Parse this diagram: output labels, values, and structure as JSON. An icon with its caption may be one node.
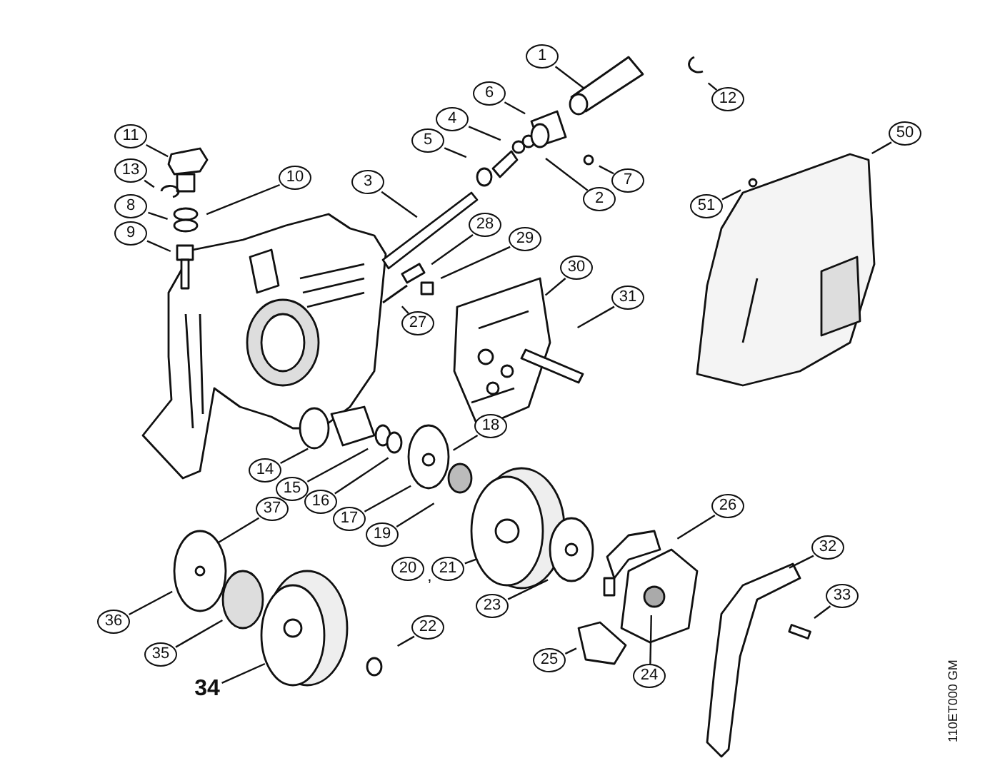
{
  "diagram": {
    "nodes": [
      {
        "text": [
          "1"
        ]
      },
      {
        "text": [
          "12"
        ]
      },
      {
        "text": [
          "6"
        ]
      },
      {
        "text": [
          "4"
        ]
      },
      {
        "text": [
          "5"
        ]
      },
      {
        "text": [
          "7"
        ]
      },
      {
        "text": [
          "2"
        ]
      },
      {
        "text": [
          "11"
        ]
      },
      {
        "text": [
          "13"
        ]
      },
      {
        "text": [
          "10"
        ]
      },
      {
        "text": [
          "3"
        ]
      },
      {
        "text": [
          "8"
        ]
      },
      {
        "text": [
          "9"
        ]
      },
      {
        "text": [
          "28"
        ]
      },
      {
        "text": [
          "29"
        ]
      },
      {
        "text": [
          "30"
        ]
      },
      {
        "text": [
          "27"
        ]
      },
      {
        "text": [
          "31"
        ]
      },
      {
        "text": [
          "50"
        ]
      },
      {
        "text": [
          "51"
        ]
      },
      {
        "text": [
          "18"
        ]
      },
      {
        "text": [
          "14"
        ]
      },
      {
        "text": [
          "15"
        ]
      },
      {
        "text": [
          "16"
        ]
      },
      {
        "text": [
          "17"
        ]
      },
      {
        "text": [
          "37"
        ]
      },
      {
        "text": [
          "19"
        ]
      },
      {
        "text": [
          "20"
        ]
      },
      {
        "text": [
          "21"
        ]
      },
      {
        "text": [
          "36"
        ]
      },
      {
        "text": [
          "23"
        ]
      },
      {
        "text": [
          "26"
        ]
      },
      {
        "text": [
          "32"
        ]
      },
      {
        "text": [
          "35"
        ]
      },
      {
        "text": [
          "33"
        ]
      },
      {
        "text": [
          "22"
        ]
      },
      {
        "text": [
          "25"
        ]
      },
      {
        "text": [
          "24"
        ]
      },
      {
        "text": [
          "34"
        ]
      }
    ],
    "edges": [
      {
        "from": 0,
        "to": null,
        "arrow": "none"
      },
      {
        "from": 1,
        "to": null,
        "arrow": "none"
      },
      {
        "from": 2,
        "to": null,
        "arrow": "none"
      },
      {
        "from": 3,
        "to": null,
        "arrow": "none"
      },
      {
        "from": 4,
        "to": null,
        "arrow": "none"
      },
      {
        "from": 5,
        "to": null,
        "arrow": "none"
      },
      {
        "from": 6,
        "to": null,
        "arrow": "none"
      },
      {
        "from": 7,
        "to": null,
        "arrow": "none"
      },
      {
        "from": 8,
        "to": null,
        "arrow": "none"
      },
      {
        "from": 9,
        "to": null,
        "arrow": "none"
      },
      {
        "from": 10,
        "to": null,
        "arrow": "none"
      },
      {
        "from": 11,
        "to": null,
        "arrow": "none"
      },
      {
        "from": 12,
        "to": null,
        "arrow": "none"
      },
      {
        "from": 13,
        "to": null,
        "arrow": "none"
      },
      {
        "from": 14,
        "to": null,
        "arrow": "none"
      },
      {
        "from": 15,
        "to": null,
        "arrow": "none"
      },
      {
        "from": 16,
        "to": null,
        "arrow": "none"
      },
      {
        "from": 17,
        "to": null,
        "arrow": "none"
      },
      {
        "from": 18,
        "to": null,
        "arrow": "none"
      },
      {
        "from": 19,
        "to": null,
        "arrow": "none"
      },
      {
        "from": 20,
        "to": null,
        "arrow": "none"
      },
      {
        "from": 21,
        "to": null,
        "arrow": "none"
      },
      {
        "from": 22,
        "to": null,
        "arrow": "none"
      },
      {
        "from": 23,
        "to": null,
        "arrow": "none"
      },
      {
        "from": 24,
        "to": null,
        "arrow": "none"
      },
      {
        "from": 25,
        "to": null,
        "arrow": "none"
      },
      {
        "from": 26,
        "to": null,
        "arrow": "none"
      },
      {
        "from": 28,
        "to": null,
        "arrow": "none"
      },
      {
        "from": 29,
        "to": null,
        "arrow": "none"
      },
      {
        "from": 30,
        "to": null,
        "arrow": "none"
      },
      {
        "from": 31,
        "to": null,
        "arrow": "none"
      },
      {
        "from": 32,
        "to": null,
        "arrow": "none"
      },
      {
        "from": 33,
        "to": null,
        "arrow": "none"
      },
      {
        "from": 34,
        "to": null,
        "arrow": "none"
      },
      {
        "from": 35,
        "to": null,
        "arrow": "none"
      },
      {
        "from": 36,
        "to": null,
        "arrow": "none"
      },
      {
        "from": 37,
        "to": null,
        "arrow": "none"
      },
      {
        "from": 38,
        "to": null,
        "arrow": "none"
      }
    ],
    "labels": [
      ",",
      "110ET000 GM"
    ]
  }
}
